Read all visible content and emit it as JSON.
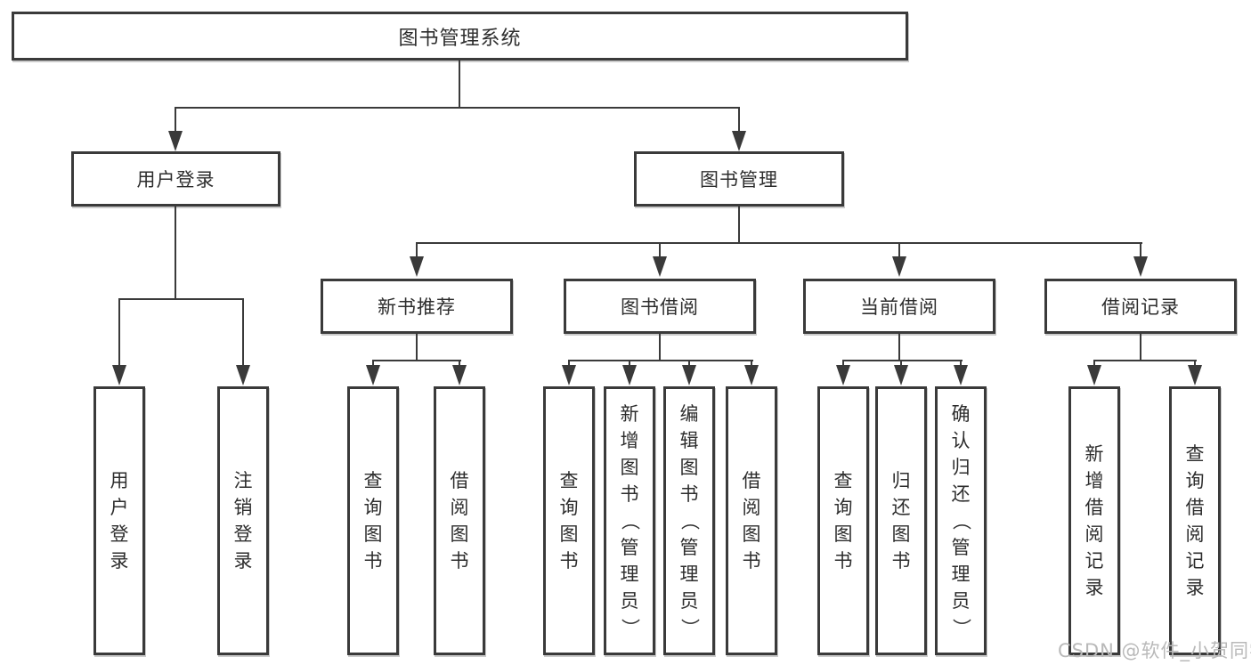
{
  "diagram": {
    "root": "图书管理系统",
    "branches": [
      {
        "label": "用户登录",
        "children": [
          "用户登录",
          "注销登录"
        ]
      },
      {
        "label": "图书管理",
        "children": [
          {
            "label": "新书推荐",
            "children": [
              "查询图书",
              "借阅图书"
            ]
          },
          {
            "label": "图书借阅",
            "children": [
              "查询图书",
              "新增图书（管理员）",
              "编辑图书（管理员）",
              "借阅图书"
            ]
          },
          {
            "label": "当前借阅",
            "children": [
              "查询图书",
              "归还图书",
              "确认归还（管理员）"
            ]
          },
          {
            "label": "借阅记录",
            "children": [
              "新增借阅记录",
              "查询借阅记录"
            ]
          }
        ]
      }
    ]
  },
  "watermark": {
    "text": "CSDN @软件_小贺同学"
  },
  "colors": {
    "line": "#3a3a3a",
    "text": "#2d2d2d",
    "watermark": "#b9b9b9",
    "background": "#ffffff"
  }
}
